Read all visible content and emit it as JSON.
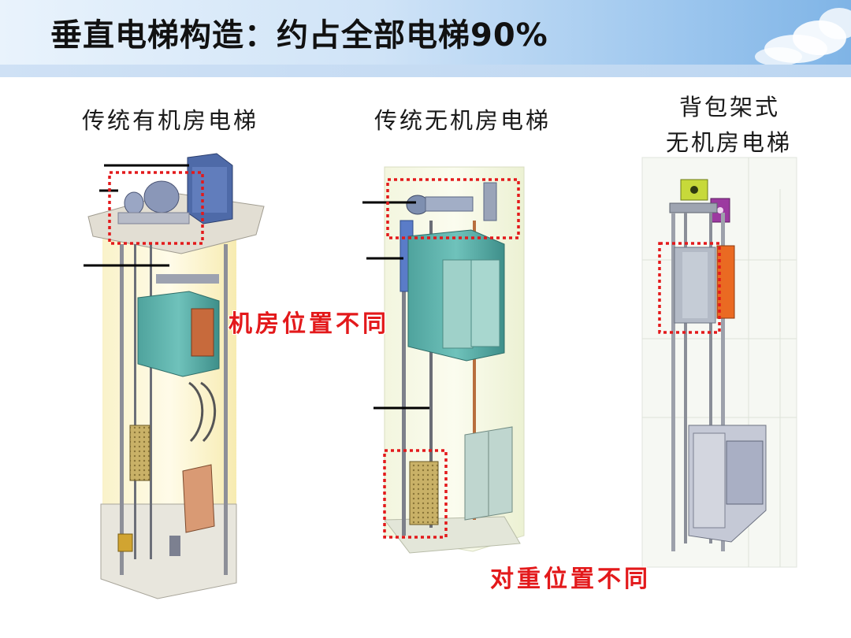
{
  "slide": {
    "title": "垂直电梯构造：约占全部电梯90%"
  },
  "elevators": [
    {
      "caption": "传统有机房电梯"
    },
    {
      "caption": "传统无机房电梯"
    },
    {
      "caption_line1": "背包架式",
      "caption_line2": "无机房电梯"
    }
  ],
  "annotations": {
    "machine_room_note": "机房位置不同",
    "counterweight_note": "对重位置不同"
  },
  "colors": {
    "highlight_box": "#e3191b",
    "header_blue": "#7fb4e6",
    "car_teal": "#5fb7b0",
    "shaft_yellow": "#f7efbf"
  }
}
